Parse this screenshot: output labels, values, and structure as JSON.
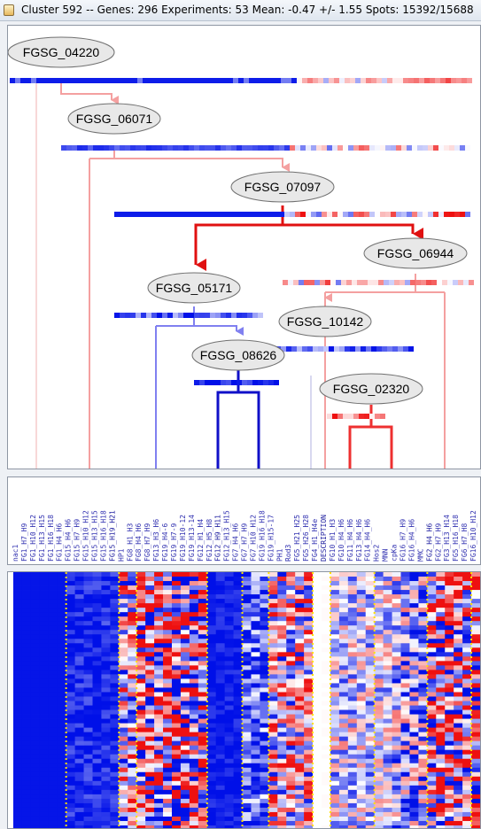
{
  "window": {
    "title": "Cluster 592 -- Genes: 296 Experiments: 53 Mean: -0.47 +/- 1.55 Spots: 15392/15688"
  },
  "colors": {
    "strong_blue": "#0010e8",
    "strong_red": "#ee1010",
    "pink": "#f4a0a0",
    "light_blue": "#8080f0",
    "tree_blue": "#1010c8",
    "panel_border": "#8e96a3"
  },
  "tree": {
    "nodes": [
      {
        "label": "FGSG_04220"
      },
      {
        "label": "FGSG_06071"
      },
      {
        "label": "FGSG_07097"
      },
      {
        "label": "FGSG_06944"
      },
      {
        "label": "FGSG_05171"
      },
      {
        "label": "FGSG_10142"
      },
      {
        "label": "FGSG_08626"
      },
      {
        "label": "FGSG_02320"
      }
    ]
  },
  "columns": [
    "nac1",
    "FG1_H7_H9",
    "FG1_H10_H12",
    "FG1_H13_H15",
    "FG1_H16_H18",
    "FG1_H4_H6",
    "FG15_H4_H6",
    "FG15_H7_H9",
    "FG15_H10_H12",
    "FG15_H13_H15",
    "FG15_H16_H18",
    "FG15_H19_H21",
    "HP1",
    "FG8_H1_H3",
    "FG8_H4_H6",
    "FG8_H7_H9",
    "FG13_H3_H6",
    "FG19_H4-6",
    "FG19_H7-9",
    "FG19_H10-12",
    "FG19_H13-14",
    "FG12_H1_H4",
    "FG12_H5_H8",
    "FG12_H9_H11",
    "FG12_H13_H15",
    "FG7_H4_H6",
    "FG7_H7_H9",
    "FG7_H10_H12",
    "FG19_H16_H18",
    "FG19_H15-17",
    "PH1",
    "Rod3",
    "FG5_H21_H25",
    "FG5_H26_H28",
    "FG4_H1_H4e",
    "DESCRIPTION",
    "FG10_H1_H3",
    "FG10_H4_H6",
    "FG11_H4_H6",
    "FG13_H4_H6",
    "FG14_H4_H6",
    "Hos2",
    "MNN",
    "cpKa",
    "FG16_H7_H9",
    "FG16_H4_H6",
    "MMC",
    "FG2_H4_H6",
    "FG2_H7_H9",
    "FG3_H13_H14",
    "FG5_H16_H18",
    "FG6_H7_H8",
    "FG16_H10_H12"
  ]
}
